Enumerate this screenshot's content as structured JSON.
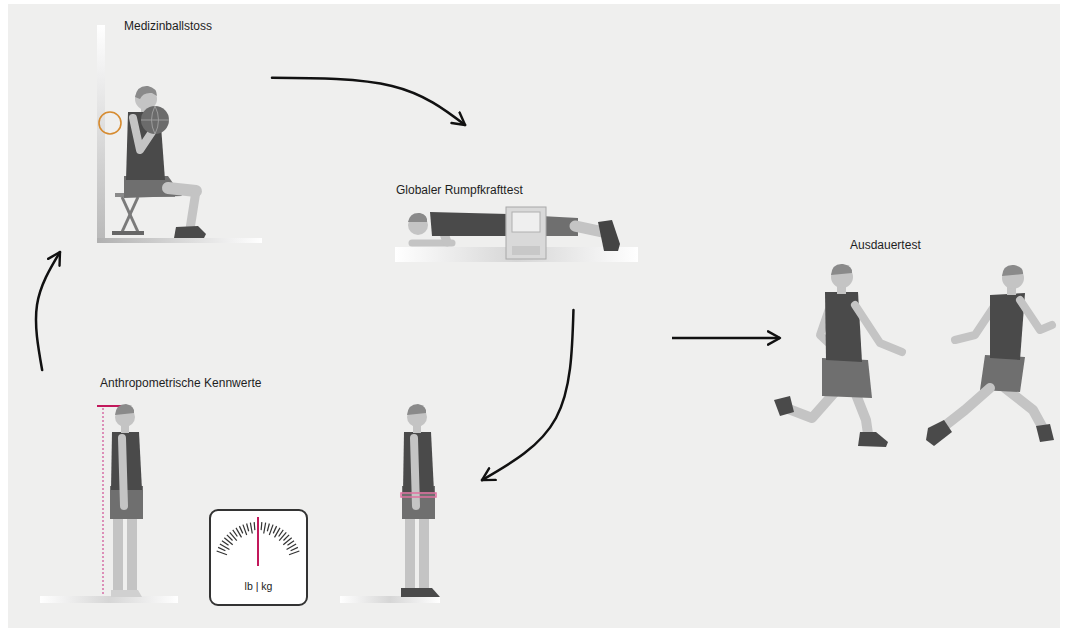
{
  "diagram": {
    "nodes": [
      {
        "text": [
          "Medizinballstoss"
        ]
      },
      {
        "text": [
          "Globaler Rumpfkrafttest"
        ]
      },
      {
        "text": [
          "Ausdauertest"
        ]
      },
      {
        "text": [
          "Anthropometrische Kennwerte"
        ]
      }
    ],
    "edges": [
      {
        "from": 3,
        "to": 0,
        "arrow": "to"
      },
      {
        "from": 0,
        "to": 1,
        "arrow": "to"
      },
      {
        "from": 1,
        "to": 3,
        "arrow": "to"
      }
    ],
    "labels": [
      "lb | kg"
    ]
  }
}
